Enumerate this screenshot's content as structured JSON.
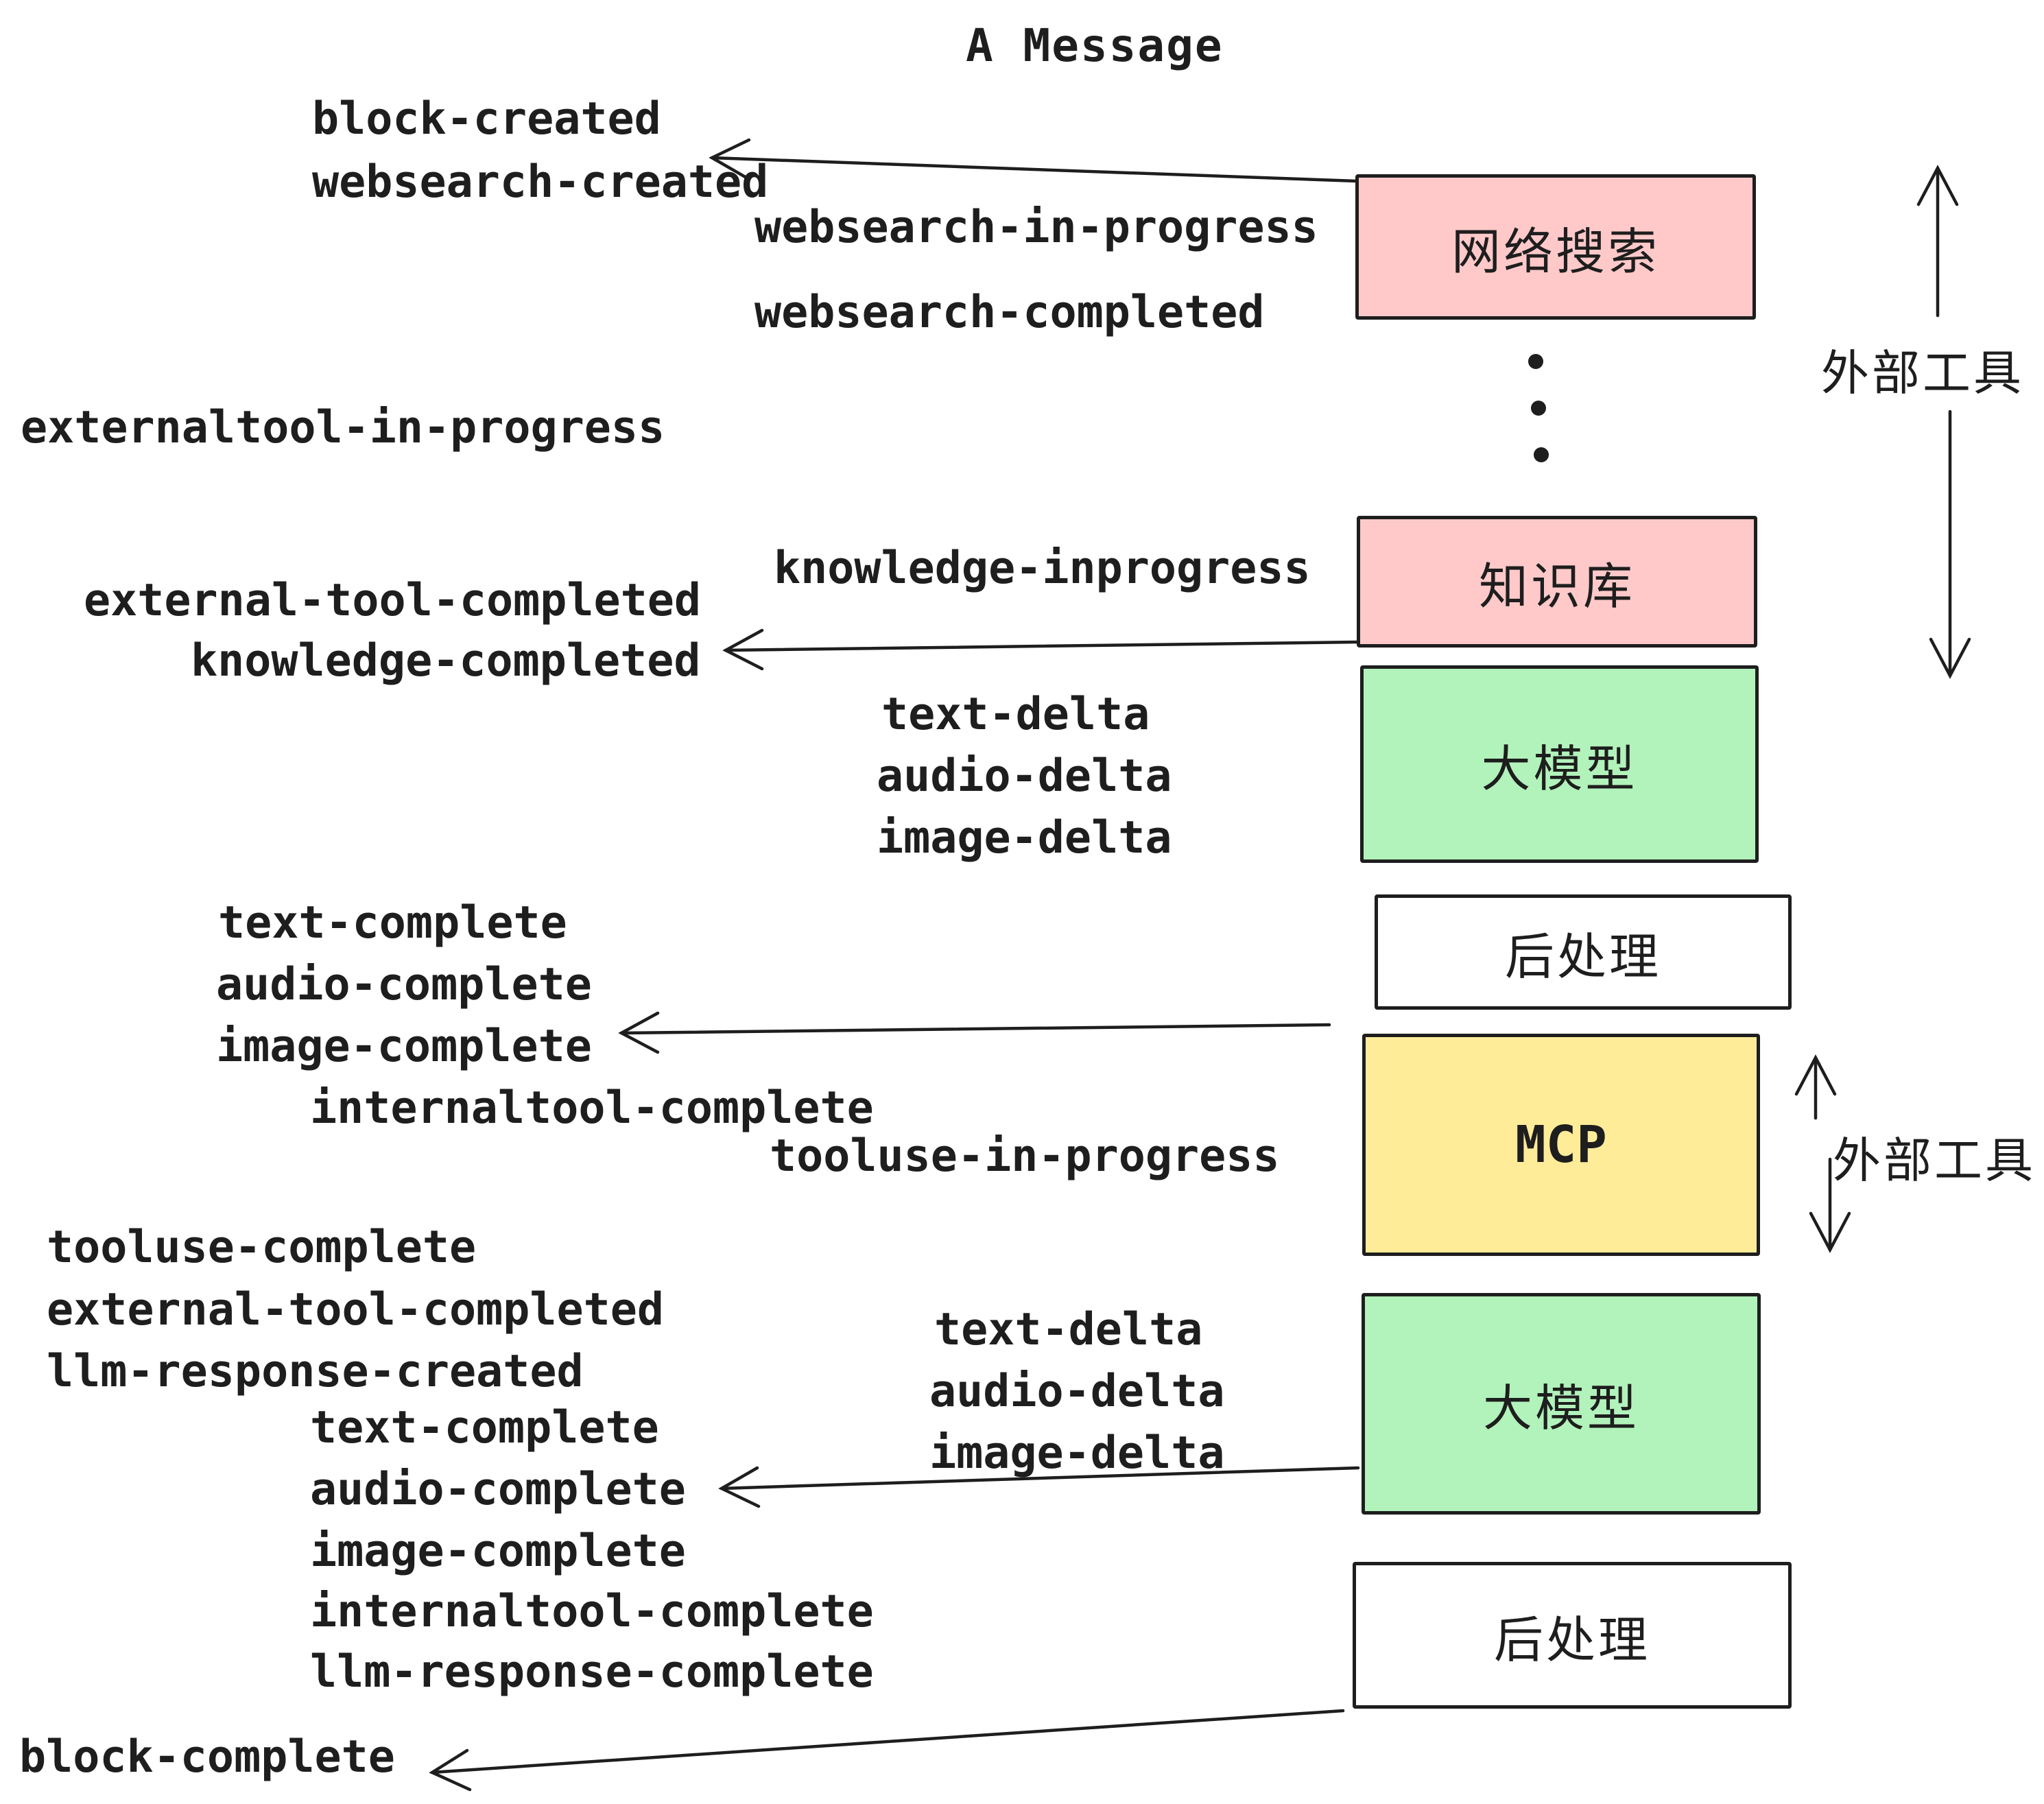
{
  "title": "A Message",
  "colors": {
    "pink": "#ffc9c9",
    "green": "#b2f2bb",
    "yellow": "#ffec99",
    "stroke": "#1e1e1e",
    "background": "#ffffff"
  },
  "boxes": {
    "websearch": "网络搜索",
    "knowledge": "知识库",
    "llm_top": "大模型",
    "postprocess_top": "后处理",
    "mcp": "MCP",
    "llm_bottom": "大模型",
    "postprocess_bottom": "后处理"
  },
  "side_labels": {
    "external_tools_top": "外部工具",
    "external_tools_bottom": "外部工具"
  },
  "events": {
    "block_created": "block-created",
    "websearch_created": "websearch-created",
    "websearch_in_progress": "websearch-in-progress",
    "websearch_completed": "websearch-completed",
    "externaltool_in_progress": "externaltool-in-progress",
    "knowledge_inprogress": "knowledge-inprogress",
    "external_tool_completed": "external-tool-completed",
    "knowledge_completed": "knowledge-completed",
    "text_delta_1": "text-delta",
    "audio_delta_1": "audio-delta",
    "image_delta_1": "image-delta",
    "text_complete_1": "text-complete",
    "audio_complete_1": "audio-complete",
    "image_complete_1": "image-complete",
    "internaltool_complete_1": "internaltool-complete",
    "tooluse_in_progress": "tooluse-in-progress",
    "tooluse_complete": "tooluse-complete",
    "external_tool_completed_2": "external-tool-completed",
    "llm_response_created": "llm-response-created",
    "text_complete_2": "text-complete",
    "audio_complete_2": "audio-complete",
    "image_complete_2": "image-complete",
    "internaltool_complete_2": "internaltool-complete",
    "llm_response_complete": "llm-response-complete",
    "block_complete": "block-complete",
    "text_delta_2": "text-delta",
    "audio_delta_2": "audio-delta",
    "image_delta_2": "image-delta"
  }
}
